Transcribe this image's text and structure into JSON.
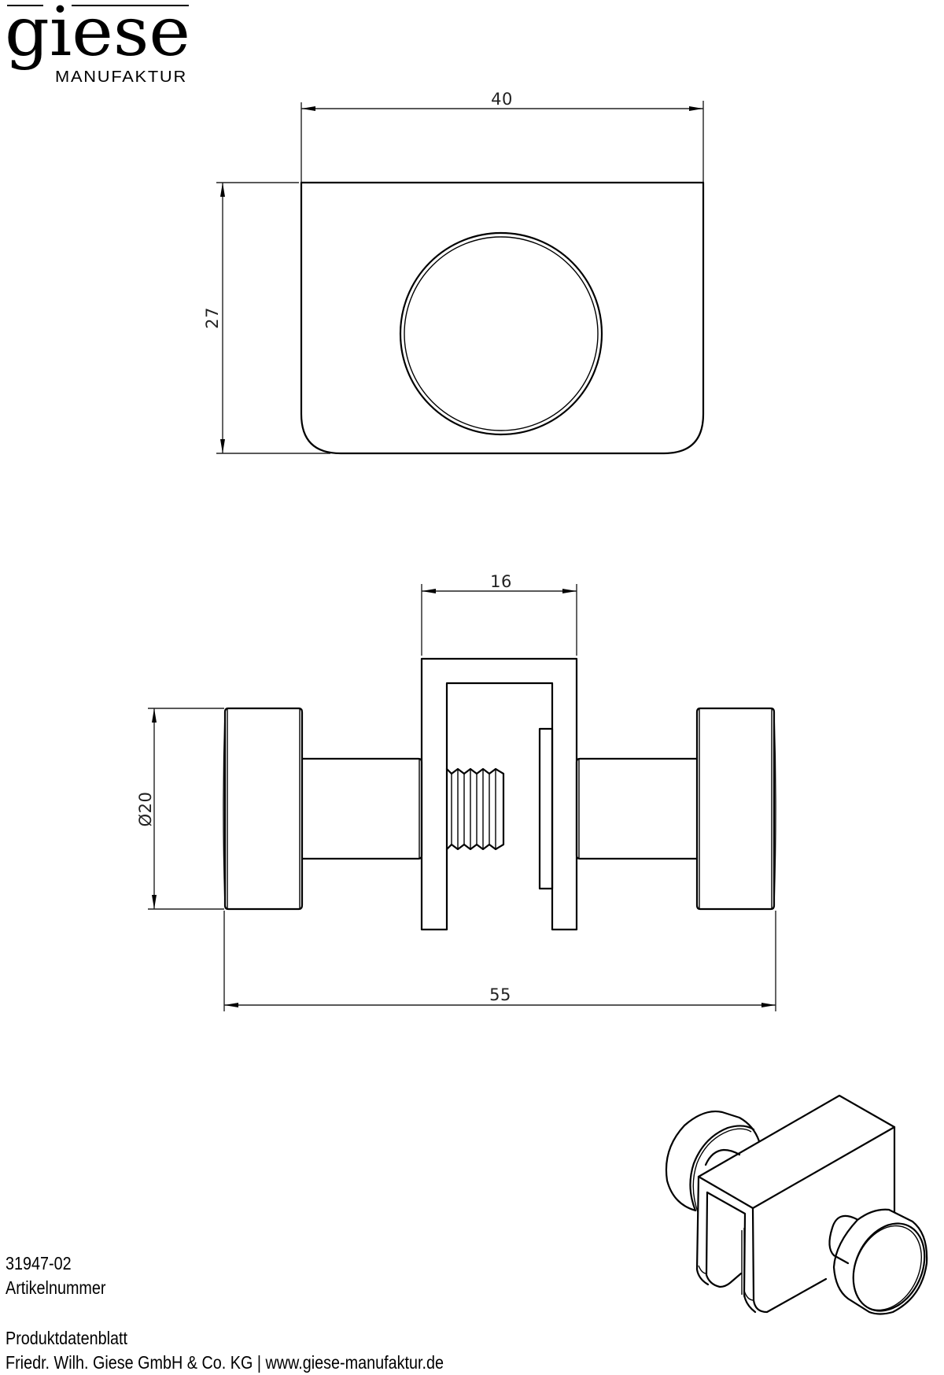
{
  "logo": {
    "brand": "giese",
    "subtitle": "MANUFAKTUR"
  },
  "drawing": {
    "top_view": {
      "dimensions": {
        "width_label": "40",
        "height_label": "27"
      }
    },
    "front_view": {
      "dimensions": {
        "clamp_width_label": "16",
        "knob_diameter_label": "Ø20",
        "overall_length_label": "55"
      }
    },
    "isometric_view": {
      "description": "3D isometric view of glass clamp with two knobs"
    }
  },
  "footer": {
    "article_number": "31947-02",
    "article_label": "Artikelnummer",
    "doc_title": "Produktdatenblatt",
    "company_line": "Friedr. Wilh. Giese GmbH & Co. KG | www.giese-manufaktur.de"
  }
}
